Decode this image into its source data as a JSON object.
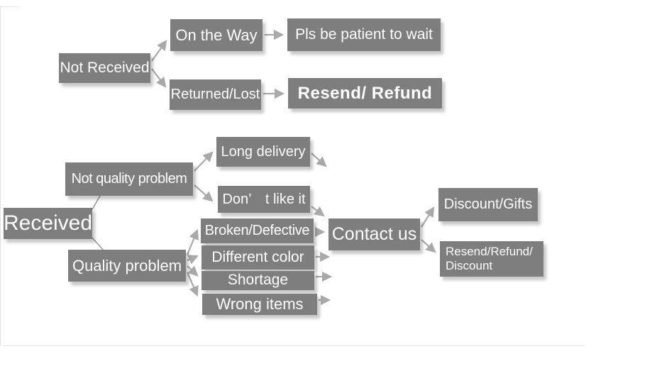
{
  "palette": {
    "box_bg": "#7e7e7e",
    "box_text": "#fefefe",
    "arrow": "#a9a9a9",
    "connector": "#9b9b9b",
    "frame": "#e2e2e2",
    "background": "#ffffff"
  },
  "nodes": {
    "not_received": {
      "label": "Not Received"
    },
    "on_the_way": {
      "label": "On the Way"
    },
    "pls_be_patient": {
      "label": "Pls be patient to wait"
    },
    "returned_lost": {
      "label": "Returned/Lost"
    },
    "resend_refund": {
      "label": "Resend/ Refund"
    },
    "received": {
      "label": "Received"
    },
    "not_quality_problem": {
      "label": "Not quality problem"
    },
    "long_delivery": {
      "label": "Long delivery"
    },
    "dont_like_it": {
      "label": "Don’　t like it"
    },
    "quality_problem": {
      "label": "Quality problem"
    },
    "broken_defective": {
      "label": "Broken/Defective"
    },
    "different_color": {
      "label": "Different color"
    },
    "shortage": {
      "label": "Shortage"
    },
    "wrong_items": {
      "label": "Wrong items"
    },
    "contact_us": {
      "label": "Contact us"
    },
    "discount_gifts": {
      "label": "Discount/Gifts"
    },
    "resend_refund_discount": {
      "line1": "Resend/Refund/",
      "line2": "Discount"
    }
  }
}
